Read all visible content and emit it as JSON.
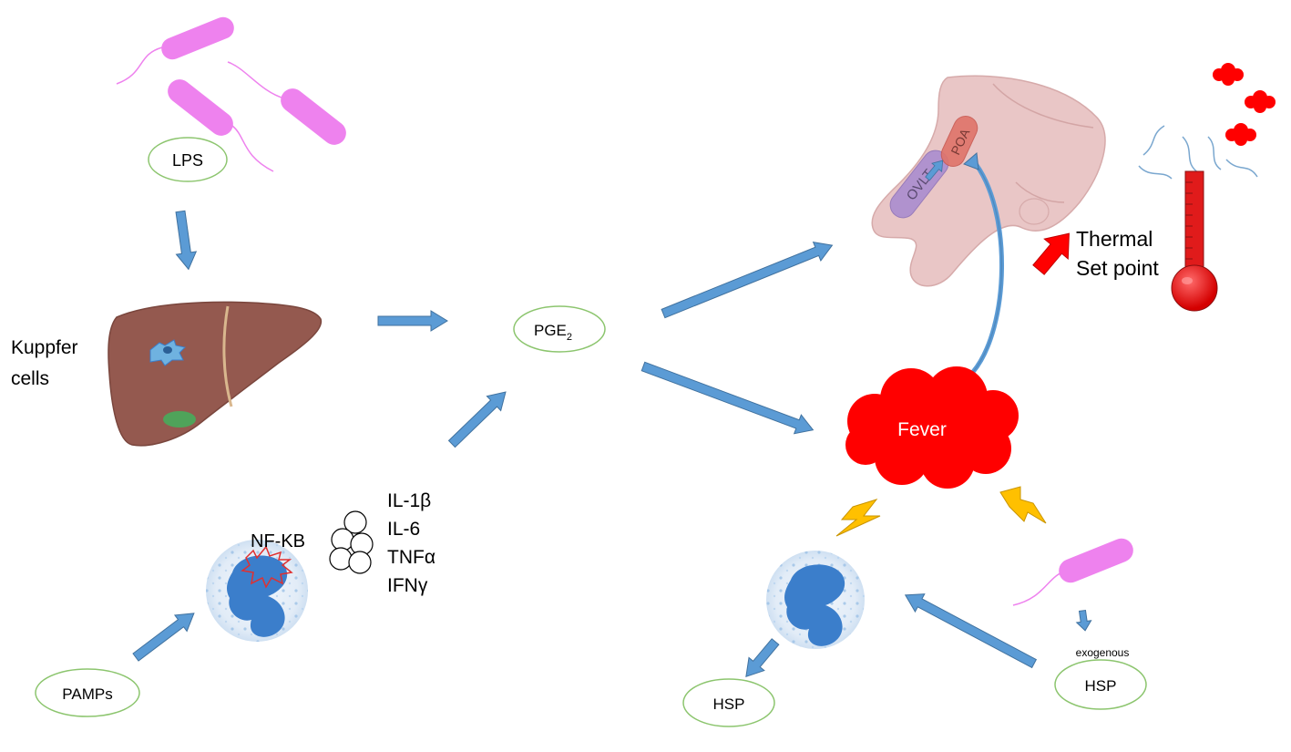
{
  "labels": {
    "lps": "LPS",
    "kupffer_line1": "Kuppfer",
    "kupffer_line2": "cells",
    "pge_main": "PGE",
    "pge_sub": "2",
    "nfkb": "NF-KB",
    "pamps": "PAMPs",
    "cytokines": [
      "IL-1β",
      "IL-6",
      "TNFα",
      "IFNγ"
    ],
    "ovlt": "OVLT",
    "poa": "POA",
    "thermal_line1": "Thermal",
    "thermal_line2": "Set point",
    "fever": "Fever",
    "exogenous": "exogenous",
    "hsp_left": "HSP",
    "hsp_right": "HSP"
  },
  "colors": {
    "arrow_blue": "#5b9bd5",
    "arrow_outline": "#41729f",
    "bacteria_pink": "#ee82ee",
    "ellipse_green": "#8cc56e",
    "liver_brown": "#94594f",
    "fever_red": "#ff0000",
    "lightning_yellow": "#ffc000",
    "thermometer_red": "#e01b1b",
    "cell_nucleus_blue": "#3b7ecb"
  }
}
